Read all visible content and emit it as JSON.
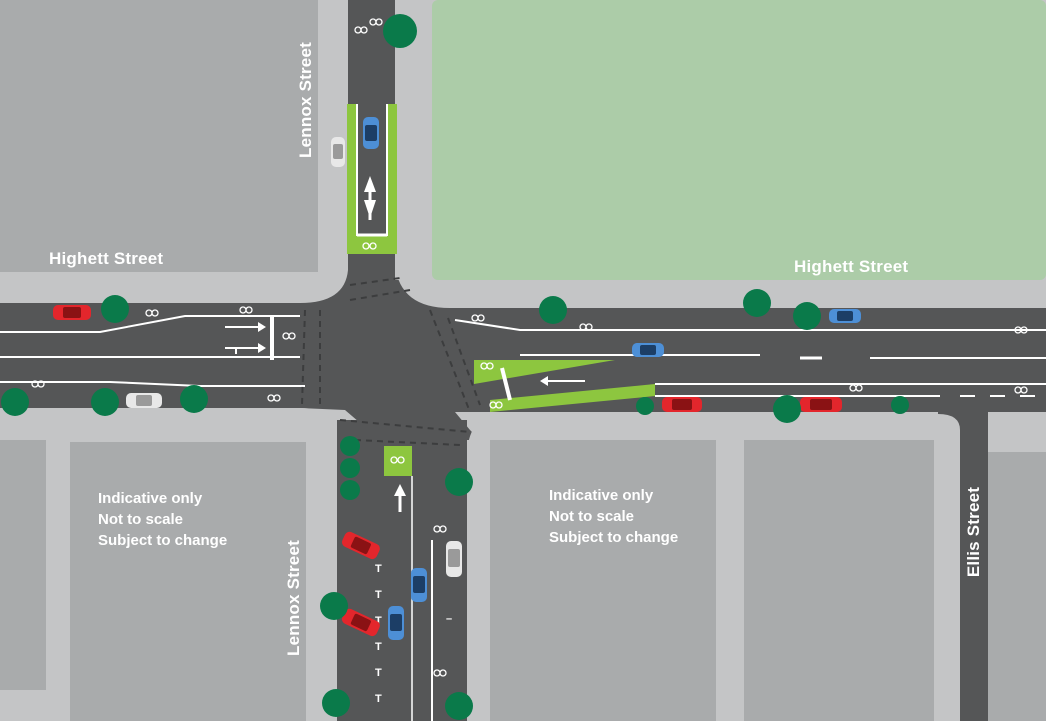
{
  "streets": {
    "highett_west": "Highett Street",
    "highett_east": "Highett Street",
    "lennox_north": "Lennox Street",
    "lennox_south": "Lennox Street",
    "ellis": "Ellis Street"
  },
  "notes": {
    "left": {
      "line1": "Indicative only",
      "line2": "Not to scale",
      "line3": "Subject to change"
    },
    "right": {
      "line1": "Indicative only",
      "line2": "Not to scale",
      "line3": "Subject to change"
    }
  },
  "colors": {
    "road": "#555657",
    "footpath": "#c4c5c6",
    "building": "#a9abac",
    "park": "#acccA8",
    "bike_lane": "#8dc63f",
    "tree": "#0a7a4a",
    "car_red": "#e3262c",
    "car_blue": "#4d8fd6",
    "car_white": "#e8e8e8"
  },
  "icons": [
    "tree-icon",
    "car-icon",
    "bicycle-icon",
    "lane-arrow-icon"
  ]
}
